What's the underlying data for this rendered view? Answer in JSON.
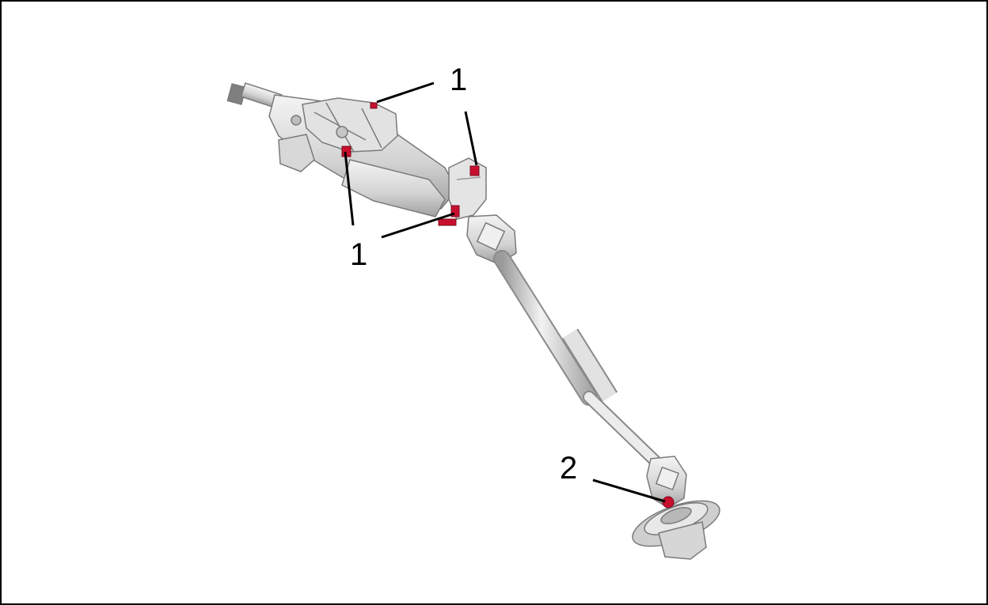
{
  "callouts": [
    {
      "id": "top",
      "label": "1"
    },
    {
      "id": "mid-left",
      "label": "1"
    },
    {
      "id": "bracket",
      "label": "1"
    },
    {
      "id": "yoke",
      "label": "2"
    }
  ],
  "colors": {
    "fastener": "#c8102e",
    "border": "#000000",
    "leader": "#000000",
    "part_light": "#e6e6e6",
    "part_mid": "#c4c4c4",
    "part_dark": "#8c8c8c"
  }
}
